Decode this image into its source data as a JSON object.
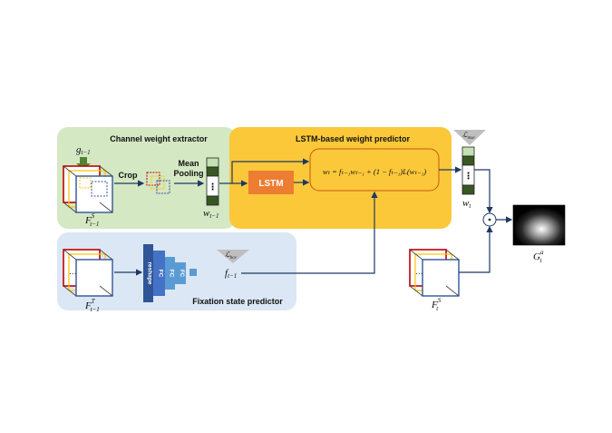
{
  "regions": {
    "channel_extractor": "Channel weight extractor",
    "lstm_predictor": "LSTM-based weight predictor",
    "fixation_predictor": "Fixation state predictor"
  },
  "labels": {
    "crop": "Crop",
    "mean_pooling_1": "Mean",
    "mean_pooling_2": "Pooling",
    "lstm": "LSTM",
    "reshape": "reshape",
    "fc": "FC",
    "dots": "⋮",
    "ellipsis": "..."
  },
  "math": {
    "g_main": "g",
    "g_sub": "t−1",
    "fs_main": "F",
    "fs_sup": "S",
    "fs_sub": "t−1",
    "ft_main": "F",
    "ft_sup": "T",
    "ft_sub": "t−1",
    "fst_main": "F",
    "fst_sup": "S",
    "fst_sub": "t",
    "w1_main": "w",
    "w1_sub": "t−1",
    "wt_main": "w",
    "wt_sub": "t",
    "f_main": "f",
    "f_sub": "t−1",
    "lbce_main": "ℒ",
    "lbce_sub": "bce",
    "lmse_main": "ℒ",
    "lmse_sub": "mse",
    "ga_main": "G",
    "ga_sup": "a",
    "ga_sub": "t",
    "formula": "w_t = f_{t−1} w_{t−1} + (1 − f_{t−1}) L(w_{t−1})",
    "formula_display": "wₜ = fₜ₋₁wₜ₋₁ + (1 − fₜ₋₁)L(wₜ₋₁)",
    "odot": "⊙"
  },
  "colors": {
    "green_region": "#d4e8c4",
    "yellow_region": "#fbc83a",
    "blue_region": "#dbe7f4",
    "lstm_box": "#ed7d31",
    "vector_dark": "#385723",
    "vector_light": "#c5e0b4",
    "fc_dark": "#2f5597",
    "fc_mid": "#4472c4",
    "fc_light": "#5b9bd5",
    "triangle": "#bfbfbf",
    "formula_border": "#c55a11",
    "arrow": "#1f3864"
  }
}
